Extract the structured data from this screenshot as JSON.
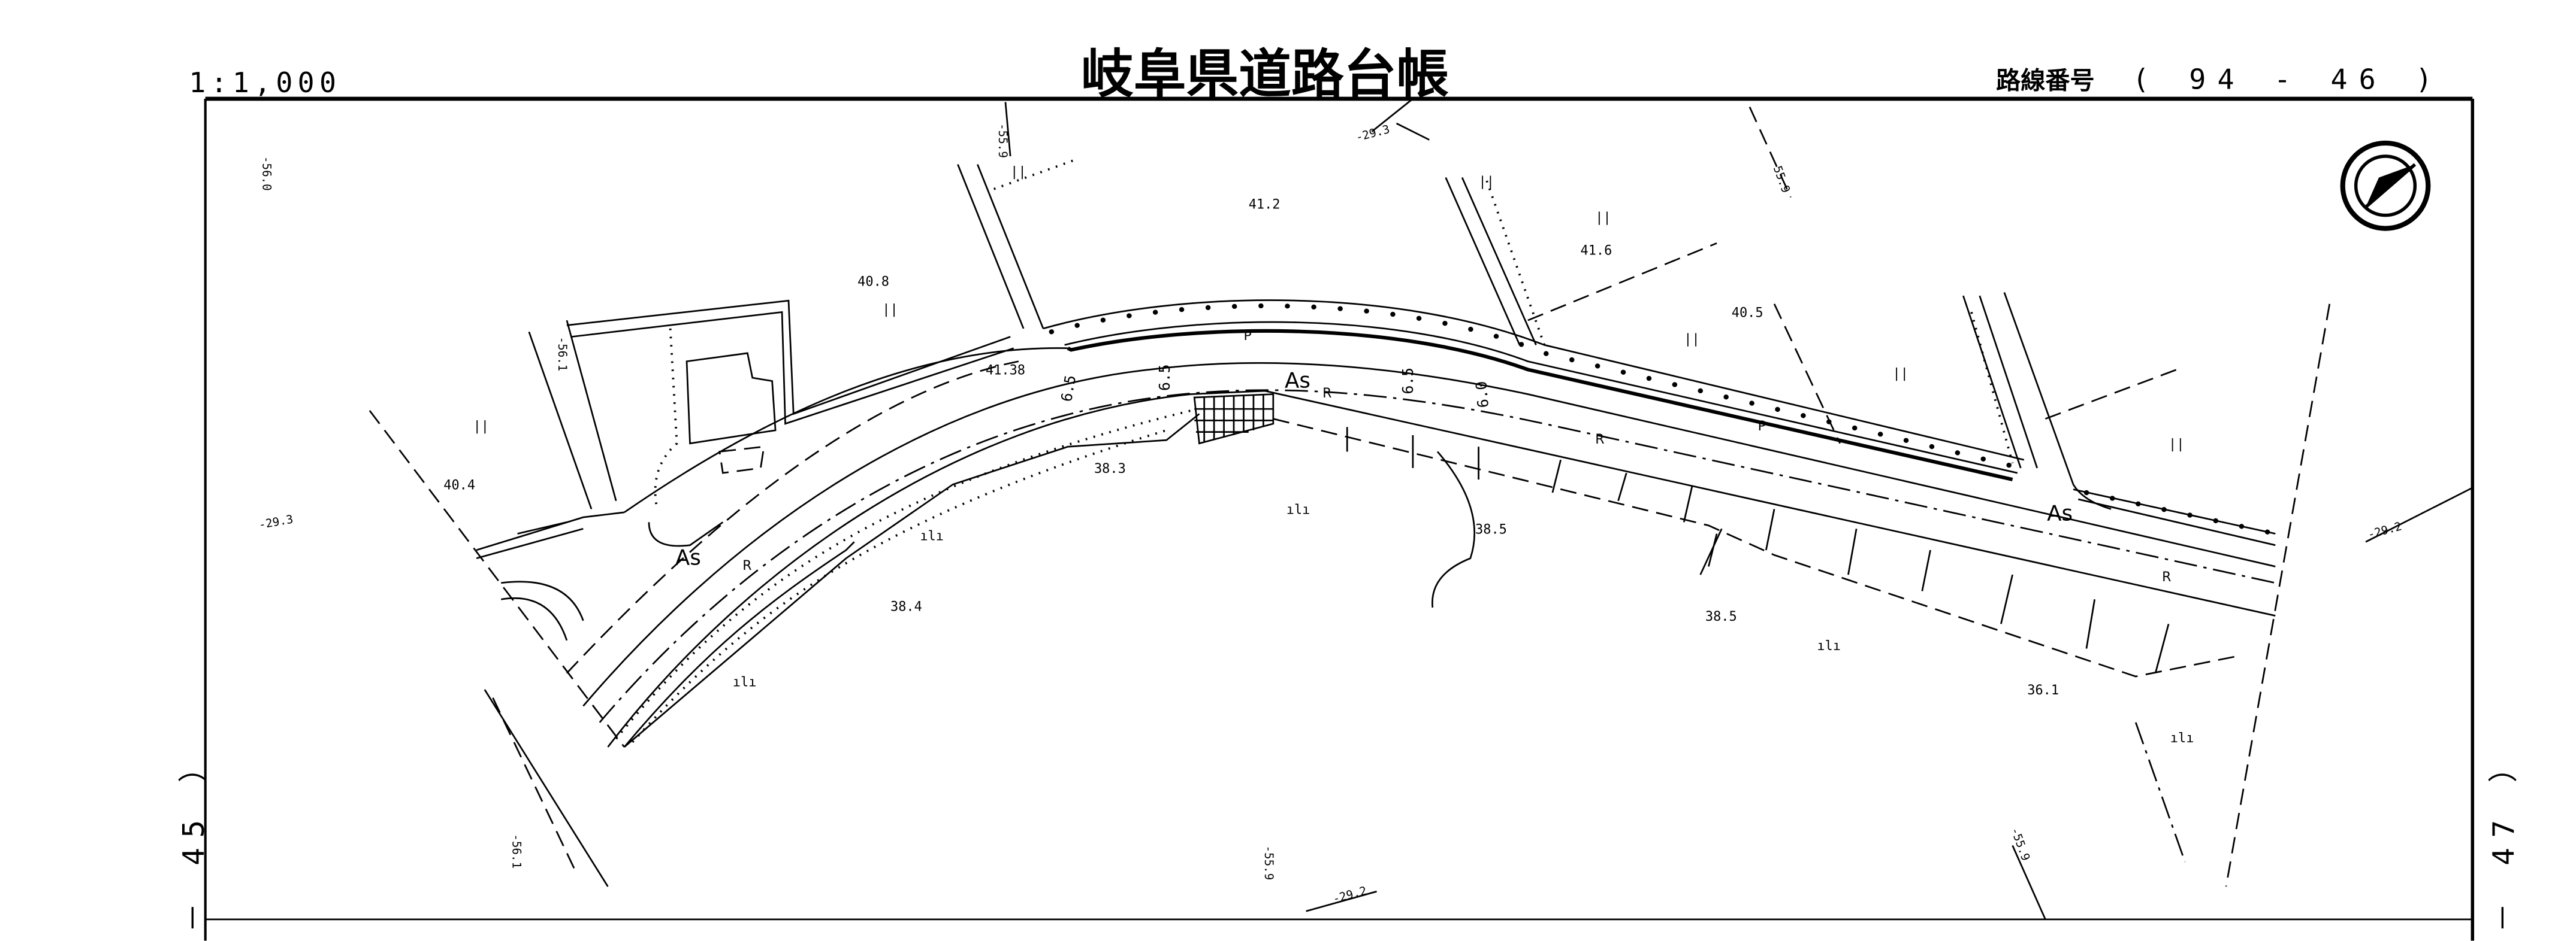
{
  "header": {
    "scale": "1:1,000",
    "title": "岐阜県道路台帳",
    "route_label": "路線番号",
    "route_number": "( 94 - 46 )"
  },
  "side_labels": {
    "left": "－ 45 ）",
    "right": "－ 47 ）"
  },
  "road": {
    "surface_labels": [
      "As",
      "As",
      "As"
    ],
    "width_labels": [
      "6.5",
      "6.5",
      "6.5",
      "6.0"
    ],
    "feature_labels": [
      "P",
      "P",
      "R",
      "R",
      "R",
      "R"
    ]
  },
  "elevations": [
    "41.2",
    "41.6",
    "40.8",
    "40.5",
    "41.38",
    "40.4",
    "38.3",
    "38.4",
    "38.5",
    "38.5",
    "36.1"
  ],
  "boundary_marks": [
    "-29.3",
    "-29.3",
    "-29.2",
    "-29.2",
    "-55.9",
    "-55.9",
    "-55.9",
    "-55.9",
    "-56.0",
    "-56.1",
    "-56.1"
  ],
  "land_use_symbols": [
    "||",
    "||",
    "||",
    "||",
    "||",
    "||",
    "||",
    "||",
    "ılı",
    "ılı",
    "ılı",
    "ılı",
    "ılı"
  ],
  "compass": {
    "icon": "north-arrow-icon"
  }
}
